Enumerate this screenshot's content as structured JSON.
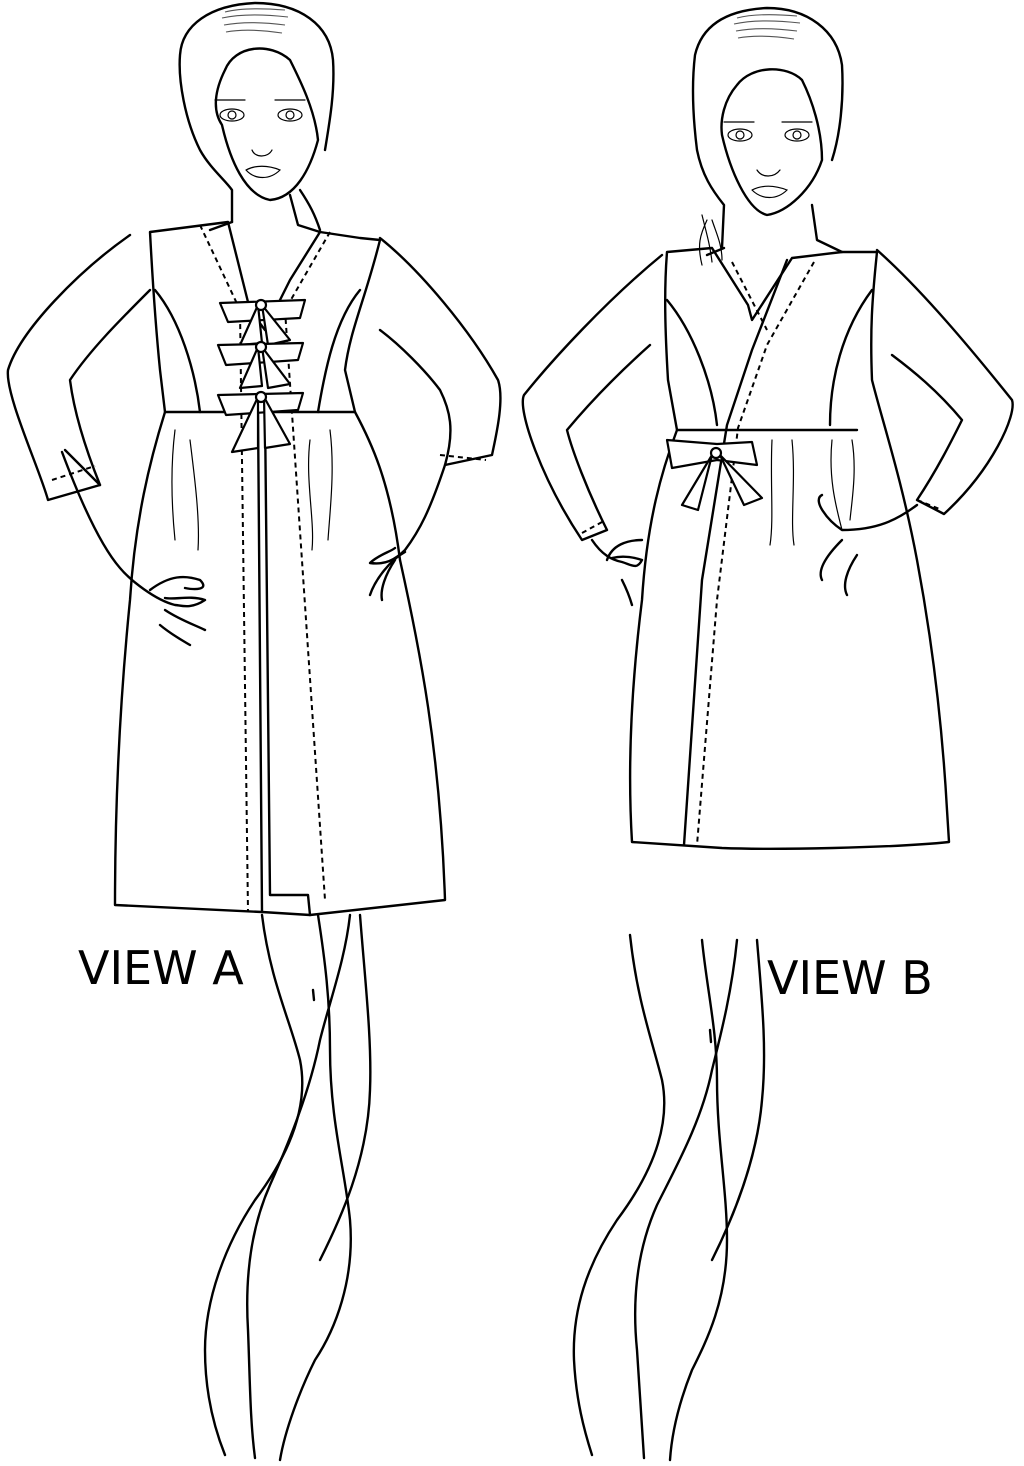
{
  "views": [
    {
      "label": "VIEW A",
      "garment": "robe with three front bows, three-quarter sleeves, open front"
    },
    {
      "label": "VIEW B",
      "garment": "wrap robe with single bow tie at empire waist, long sleeves"
    }
  ],
  "colors": {
    "line": "#000000",
    "background": "#ffffff"
  }
}
